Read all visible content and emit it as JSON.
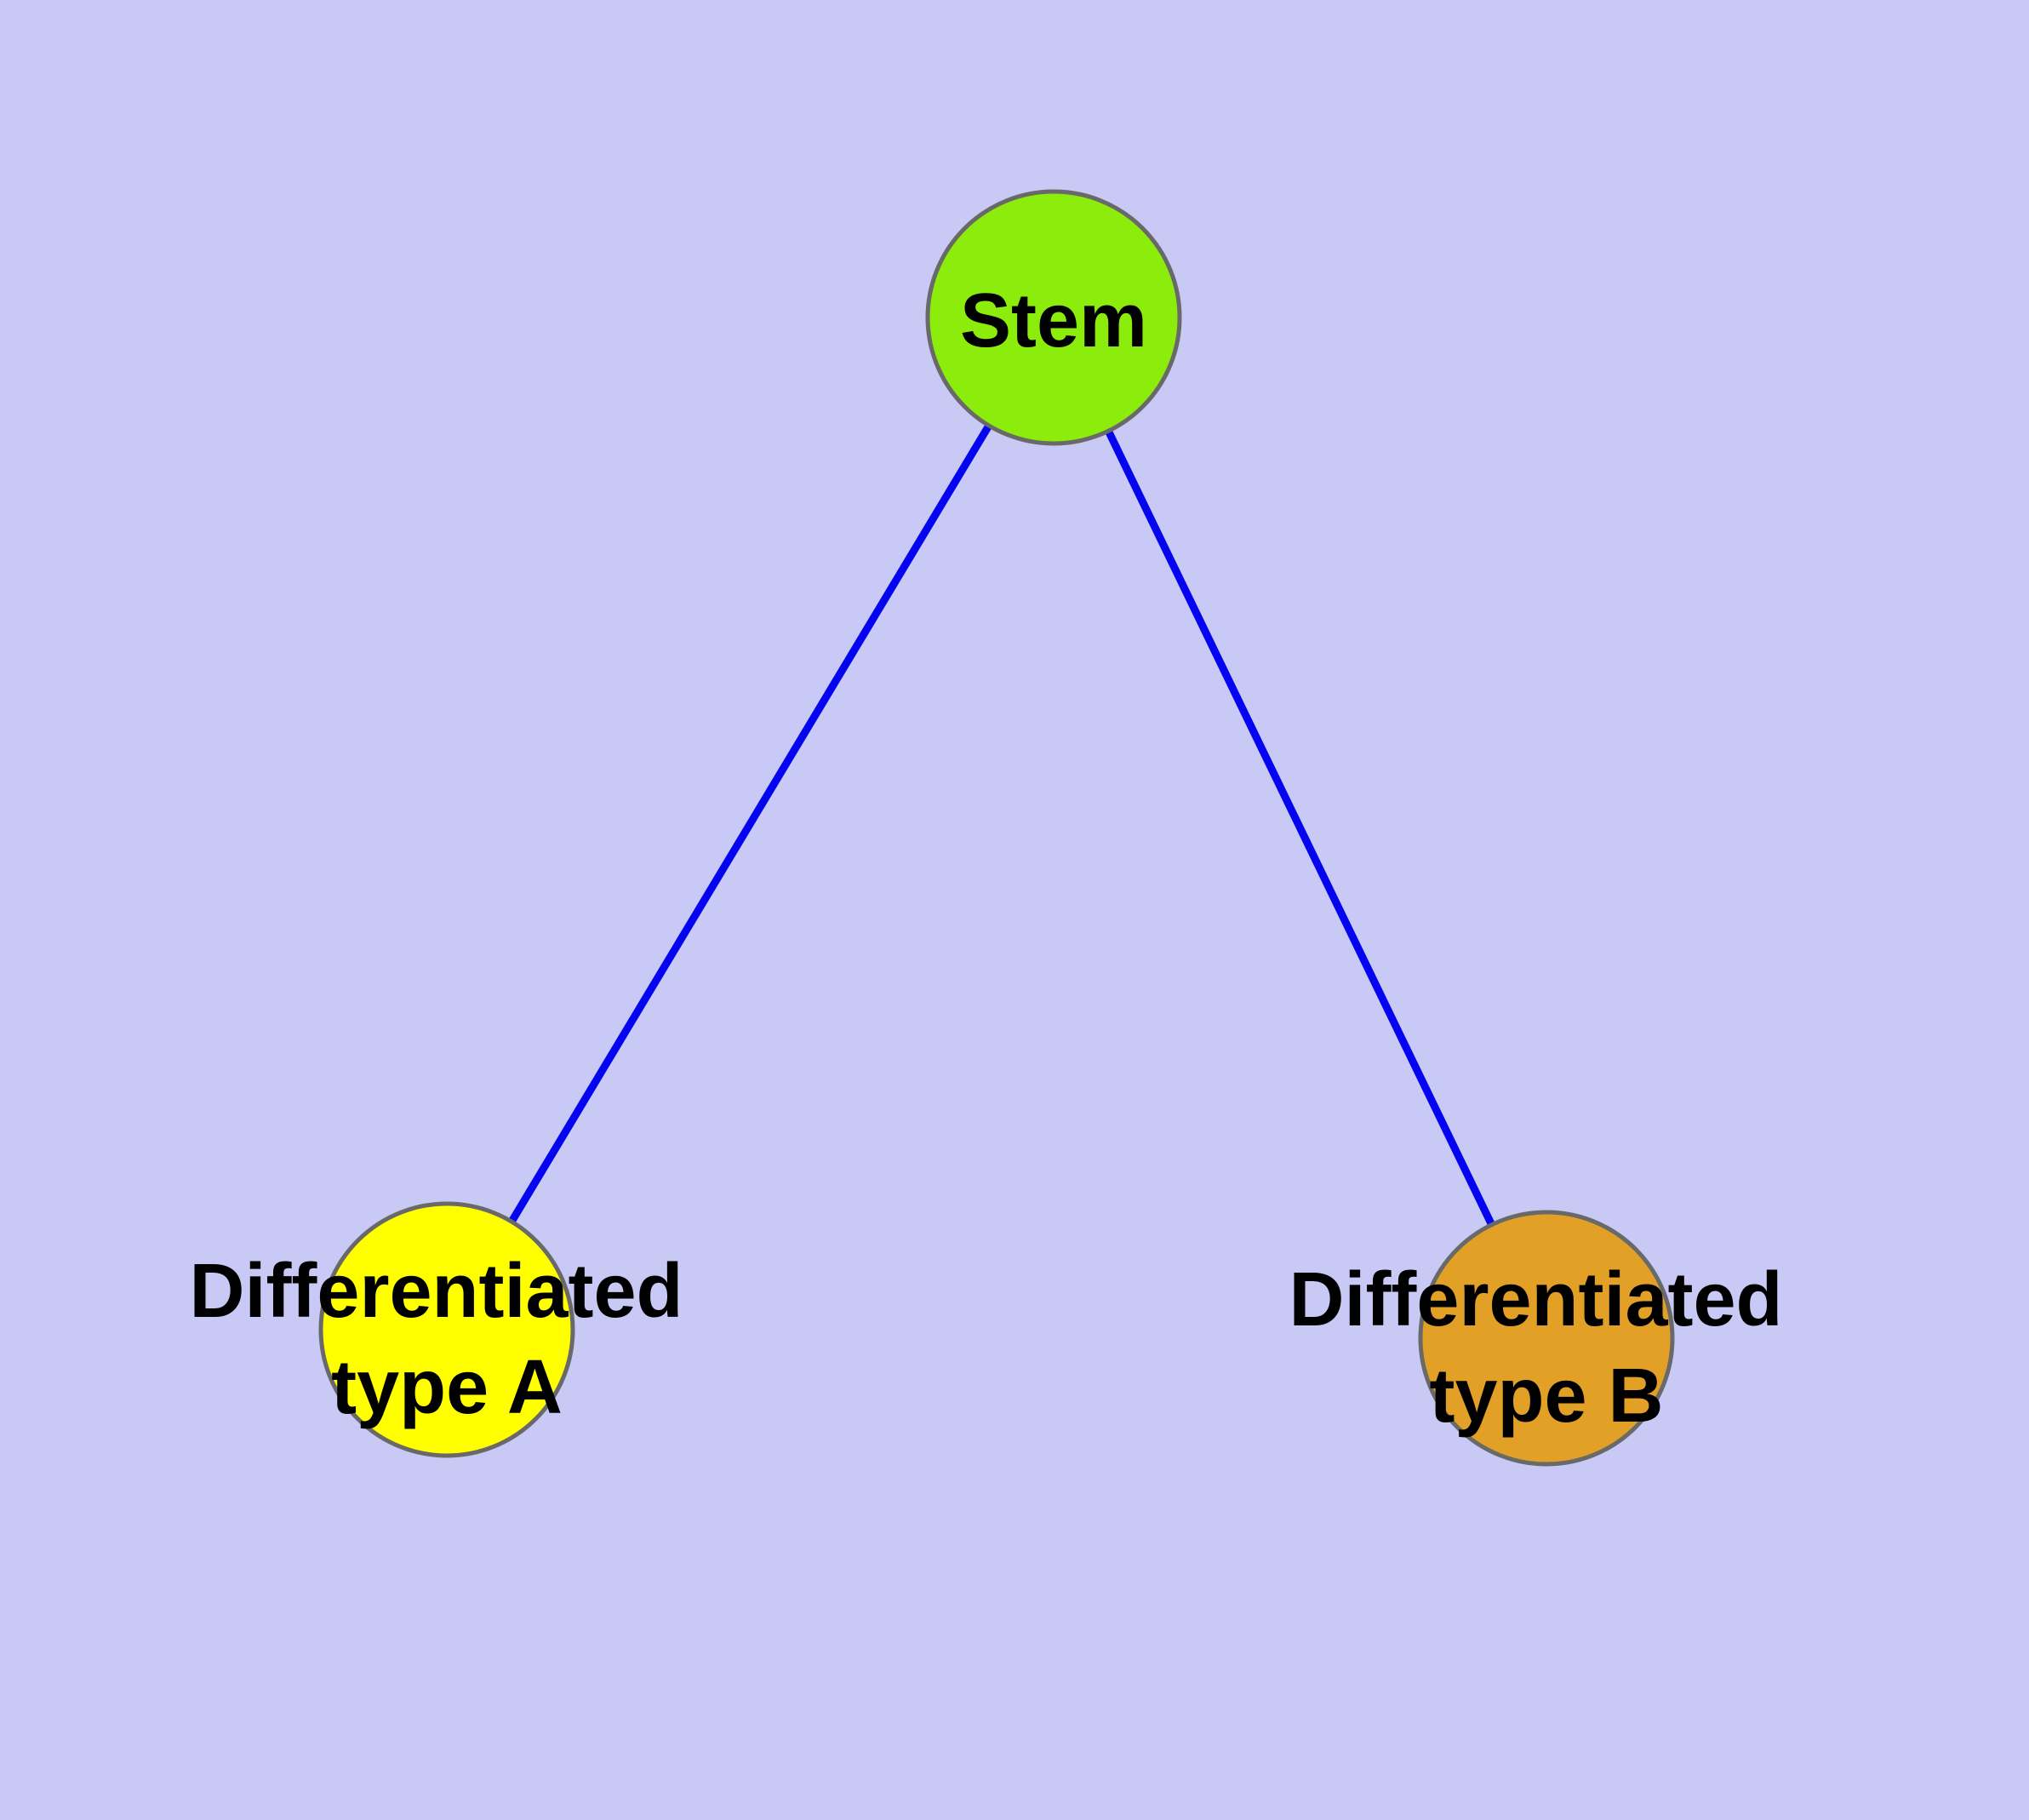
{
  "colors": {
    "background": "#c9c9f5",
    "edge": "#0404f0",
    "node_border": "#696969",
    "text": "#000000",
    "stem_node": "#8ced0c",
    "type_a_node": "#ffff00",
    "type_b_node": "#e2a126"
  },
  "nodes": {
    "stem": {
      "label": "Stem"
    },
    "type_a": {
      "line1": "Differentiated",
      "line2": "type A"
    },
    "type_b": {
      "line1": "Differentiated",
      "line2": "type B"
    }
  },
  "edges": [
    {
      "from": "Stem",
      "to": "Differentiated type A"
    },
    {
      "from": "Stem",
      "to": "Differentiated type B"
    }
  ]
}
